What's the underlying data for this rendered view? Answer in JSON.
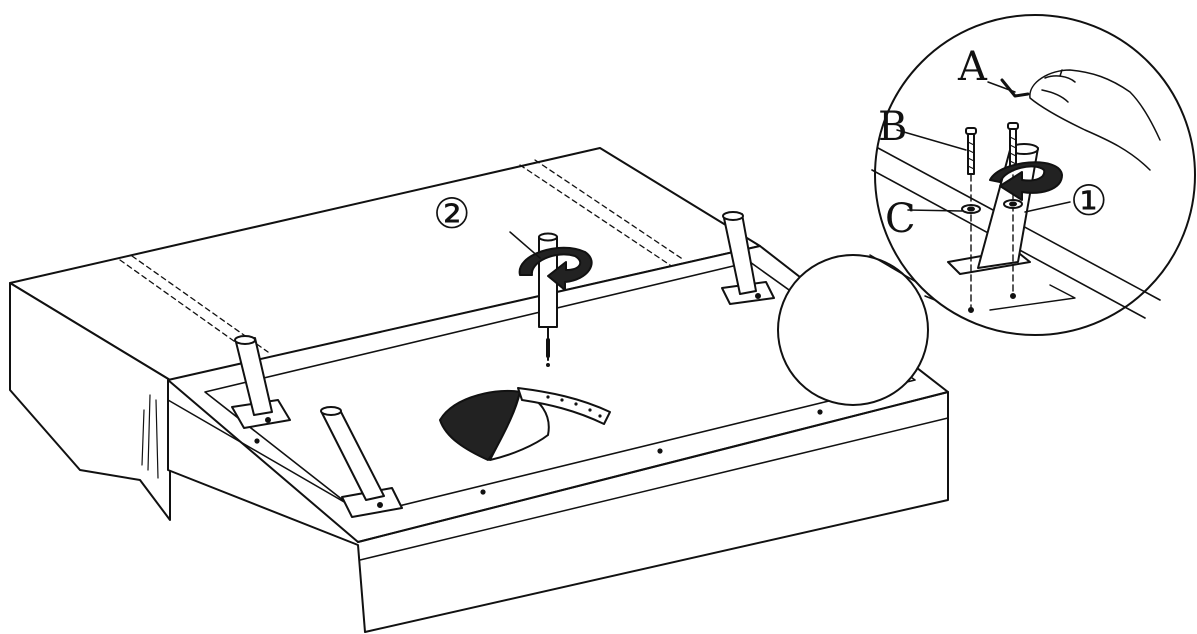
{
  "labels": {
    "a": "A",
    "b": "B",
    "c": "C",
    "step1": "①",
    "step2": "②"
  },
  "colors": {
    "line": "#111111",
    "fill": "#ffffff",
    "shade": "#222222"
  }
}
